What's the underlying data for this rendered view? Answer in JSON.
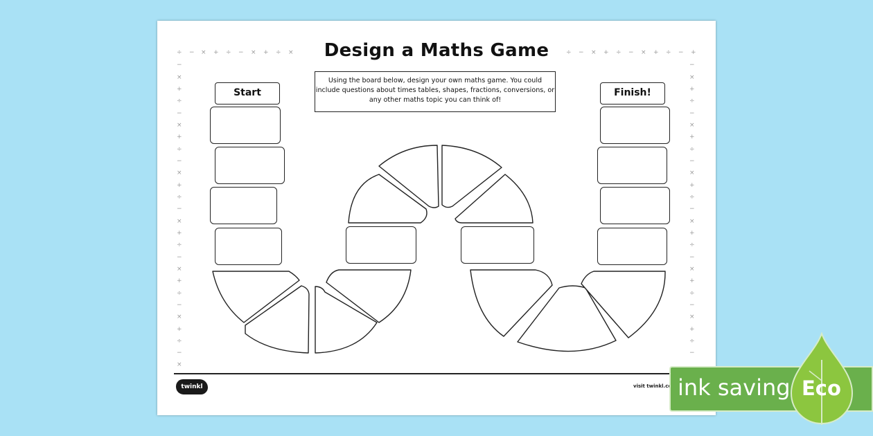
{
  "worksheet": {
    "title": "Design a Maths Game",
    "instructions": "Using the board below, design your own maths game. You could include questions about times tables, shapes, fractions, conversions, or any other maths topic you can think of!",
    "start_label": "Start",
    "finish_label": "Finish!",
    "footer_url": "visit twinkl.com",
    "logo_text": "twinkl"
  },
  "badge": {
    "text": "ink saving",
    "eco": "Eco"
  },
  "colors": {
    "background": "#a9e1f5",
    "eco_green": "#6ab04c"
  },
  "icons": [
    "plus-icon",
    "minus-icon",
    "times-icon",
    "divide-icon",
    "leaf-drop-icon"
  ]
}
